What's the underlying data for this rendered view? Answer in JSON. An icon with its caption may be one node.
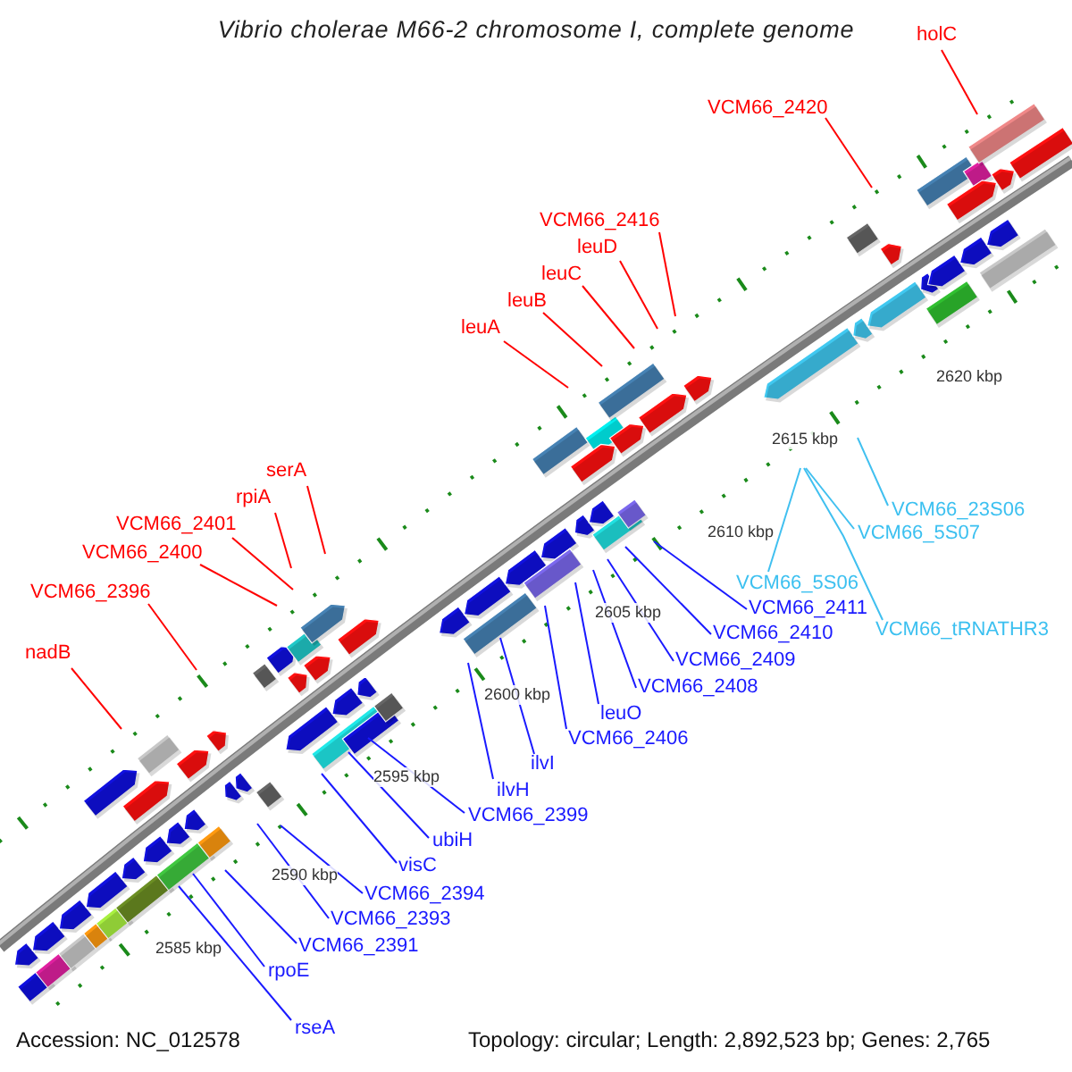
{
  "diagram": {
    "title": "Vibrio cholerae M66-2 chromosome I, complete genome",
    "nodes": [
      {
        "text": [
          "holC"
        ]
      },
      {
        "text": [
          "VCM66_2420"
        ]
      },
      {
        "text": [
          "VCM66_2416"
        ]
      },
      {
        "text": [
          "leuD"
        ]
      },
      {
        "text": [
          "leuC"
        ]
      },
      {
        "text": [
          "leuB"
        ]
      },
      {
        "text": [
          "leuA"
        ]
      },
      {
        "text": [
          "serA"
        ]
      },
      {
        "text": [
          "rpiA"
        ]
      },
      {
        "text": [
          "VCM66_2401"
        ]
      },
      {
        "text": [
          "VCM66_2400"
        ]
      },
      {
        "text": [
          "VCM66_2396"
        ]
      },
      {
        "text": [
          "nadB"
        ]
      },
      {
        "text": [
          "VCM66_23S06"
        ]
      },
      {
        "text": [
          "VCM66_5S07"
        ]
      },
      {
        "text": [
          "VCM66_5S06"
        ]
      },
      {
        "text": [
          "VCM66_tRNATHR3"
        ]
      },
      {
        "text": [
          "VCM66_2411"
        ]
      },
      {
        "text": [
          "VCM66_2410"
        ]
      },
      {
        "text": [
          "VCM66_2409"
        ]
      },
      {
        "text": [
          "VCM66_2408"
        ]
      },
      {
        "text": [
          "leuO"
        ]
      },
      {
        "text": [
          "VCM66_2406"
        ]
      },
      {
        "text": [
          "ilvI"
        ]
      },
      {
        "text": [
          "ilvH"
        ]
      },
      {
        "text": [
          "VCM66_2399"
        ]
      },
      {
        "text": [
          "ubiH"
        ]
      },
      {
        "text": [
          "visC"
        ]
      },
      {
        "text": [
          "VCM66_2394"
        ]
      },
      {
        "text": [
          "VCM66_2393"
        ]
      },
      {
        "text": [
          "VCM66_2391"
        ]
      },
      {
        "text": [
          "rpoE"
        ]
      },
      {
        "text": [
          "rseA"
        ]
      }
    ],
    "edges": [
      {
        "from": 0,
        "to": null,
        "arrow": "none",
        "color": "#ff0000"
      },
      {
        "from": 1,
        "to": null,
        "arrow": "none",
        "color": "#ff0000"
      },
      {
        "from": 2,
        "to": null,
        "arrow": "none",
        "color": "#ff0000"
      },
      {
        "from": 3,
        "to": null,
        "arrow": "none",
        "color": "#ff0000"
      },
      {
        "from": 4,
        "to": null,
        "arrow": "none",
        "color": "#ff0000"
      },
      {
        "from": 5,
        "to": null,
        "arrow": "none",
        "color": "#ff0000"
      },
      {
        "from": 6,
        "to": null,
        "arrow": "none",
        "color": "#ff0000"
      },
      {
        "from": 7,
        "to": null,
        "arrow": "none",
        "color": "#ff0000"
      },
      {
        "from": 8,
        "to": null,
        "arrow": "none",
        "color": "#ff0000"
      },
      {
        "from": 9,
        "to": null,
        "arrow": "none",
        "color": "#ff0000"
      },
      {
        "from": 10,
        "to": null,
        "arrow": "none",
        "color": "#ff0000"
      },
      {
        "from": 11,
        "to": null,
        "arrow": "none",
        "color": "#ff0000"
      },
      {
        "from": 12,
        "to": null,
        "arrow": "none",
        "color": "#ff0000"
      },
      {
        "from": 13,
        "to": null,
        "arrow": "none",
        "color": "#40c0f0"
      },
      {
        "from": 14,
        "to": null,
        "arrow": "none",
        "color": "#40c0f0"
      },
      {
        "from": 15,
        "to": null,
        "arrow": "none",
        "color": "#40c0f0"
      },
      {
        "from": 16,
        "to": null,
        "arrow": "none",
        "color": "#40c0f0"
      },
      {
        "from": 17,
        "to": null,
        "arrow": "none"
      },
      {
        "from": 18,
        "to": null,
        "arrow": "none"
      },
      {
        "from": 19,
        "to": null,
        "arrow": "none"
      },
      {
        "from": 20,
        "to": null,
        "arrow": "none"
      },
      {
        "from": 21,
        "to": null,
        "arrow": "none"
      },
      {
        "from": 22,
        "to": null,
        "arrow": "none"
      },
      {
        "from": 23,
        "to": null,
        "arrow": "none"
      },
      {
        "from": 24,
        "to": null,
        "arrow": "none"
      },
      {
        "from": 25,
        "to": null,
        "arrow": "none"
      },
      {
        "from": 26,
        "to": null,
        "arrow": "none"
      },
      {
        "from": 27,
        "to": null,
        "arrow": "none"
      },
      {
        "from": 28,
        "to": null,
        "arrow": "none"
      },
      {
        "from": 29,
        "to": null,
        "arrow": "none"
      },
      {
        "from": 30,
        "to": null,
        "arrow": "none"
      },
      {
        "from": 31,
        "to": null,
        "arrow": "none"
      },
      {
        "from": 32,
        "to": null,
        "arrow": "none"
      }
    ],
    "labels": [
      "2585 kbp",
      "2590 kbp",
      "2595 kbp",
      "2600 kbp",
      "2605 kbp",
      "2610 kbp",
      "2615 kbp",
      "2620 kbp",
      "Accession: NC_012578",
      "Topology: circular; Length: 2,892,523 bp; Genes: 2,765"
    ]
  }
}
